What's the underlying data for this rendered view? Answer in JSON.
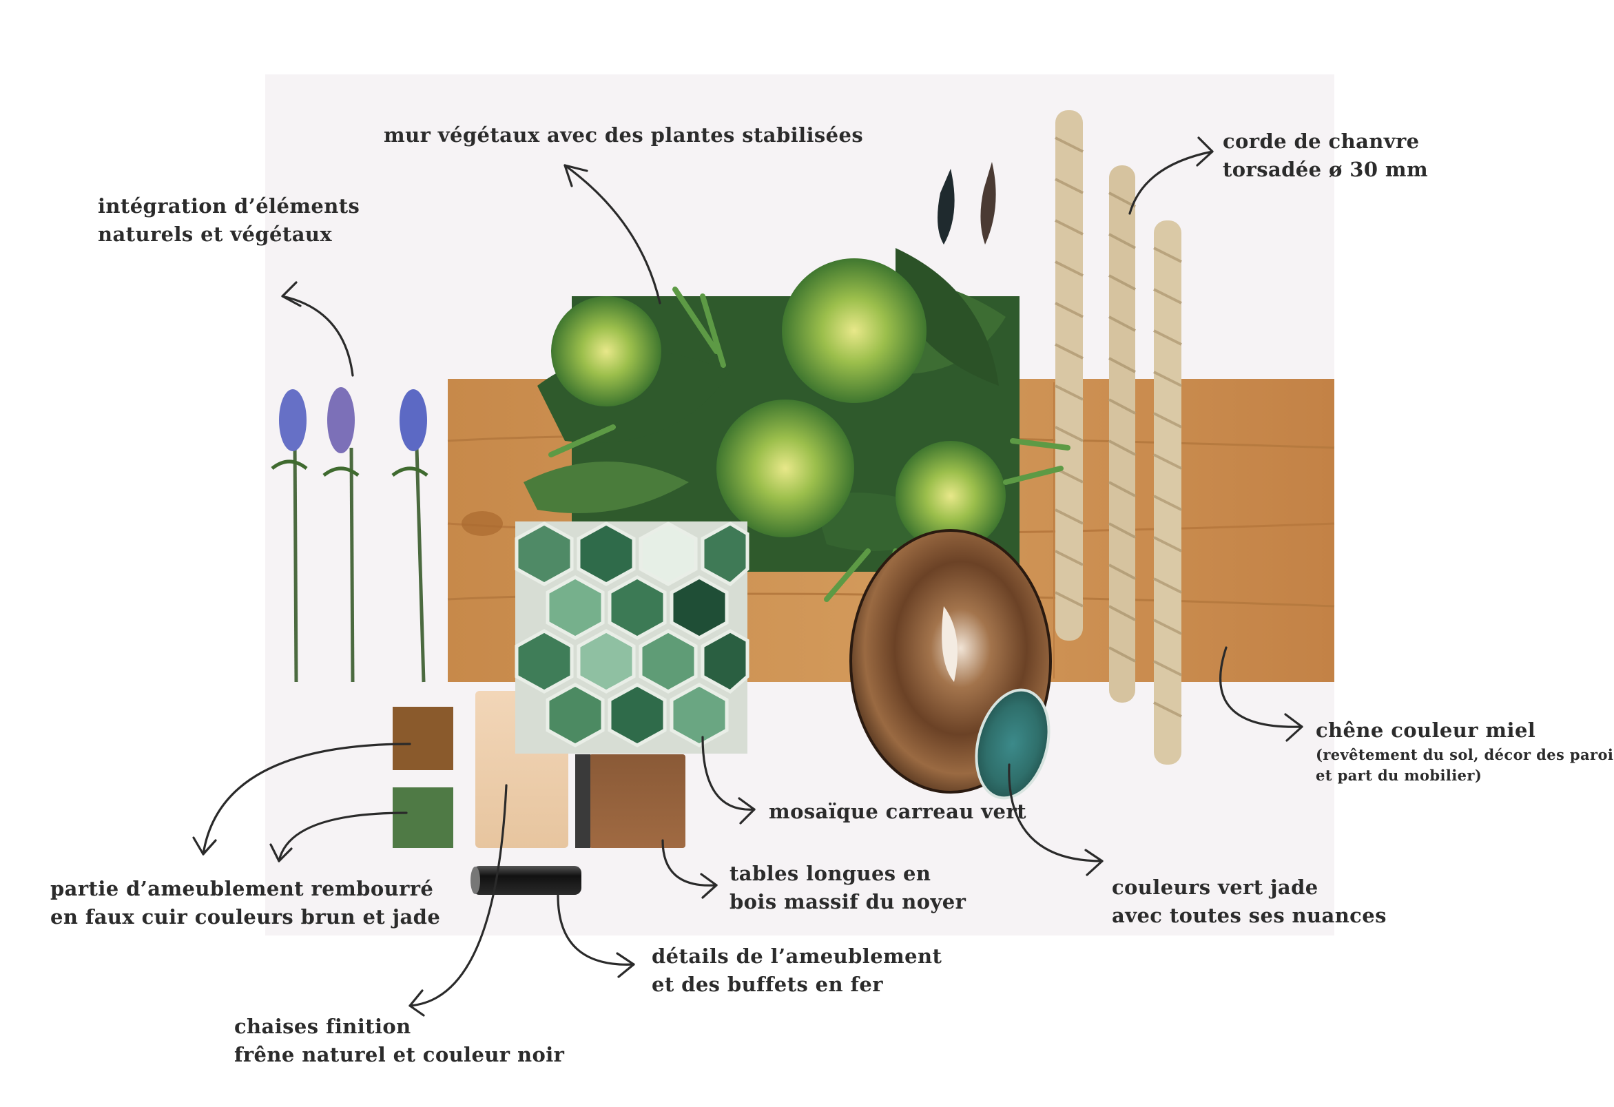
{
  "colors": {
    "background": "#ffffff",
    "photo_backdrop": "#f6f3f5",
    "oak_honey": "#c98d4f",
    "jade": "#4f8a66",
    "leaf_dark": "#2f5a2c",
    "hemp_rope": "#d9c7a4",
    "ink": "#2b2b2b"
  },
  "icons": [
    "lavender-sprig-icon",
    "wall-plant-icon",
    "rope-icon",
    "agate-slice-icon",
    "hexagon-tile-icon",
    "leather-swatch-icon",
    "iron-tube-icon"
  ],
  "annotations": {
    "plant_wall": "mur végétaux avec des plantes stabilisées",
    "natural_elements": [
      "intégration d’éléments",
      "naturels et végétaux"
    ],
    "hemp_rope": [
      "corde de chanvre",
      "torsadée ø 30 mm"
    ],
    "oak": {
      "title": "chêne couleur miel",
      "details": [
        "(revêtement du sol, décor des parois",
        "et part du mobilier)"
      ]
    },
    "mosaic": "mosaïque carreau vert",
    "walnut_tables": [
      "tables longues en",
      "bois massif du noyer"
    ],
    "jade": [
      "couleurs vert jade",
      "avec toutes ses nuances"
    ],
    "upholstery": [
      "partie d’ameublement rembourré",
      "en faux cuir couleurs brun et jade"
    ],
    "iron_details": [
      "détails de l’ameublement",
      "et des buffets en fer"
    ],
    "chairs": [
      "chaises finition",
      "frêne naturel et couleur noir"
    ]
  }
}
